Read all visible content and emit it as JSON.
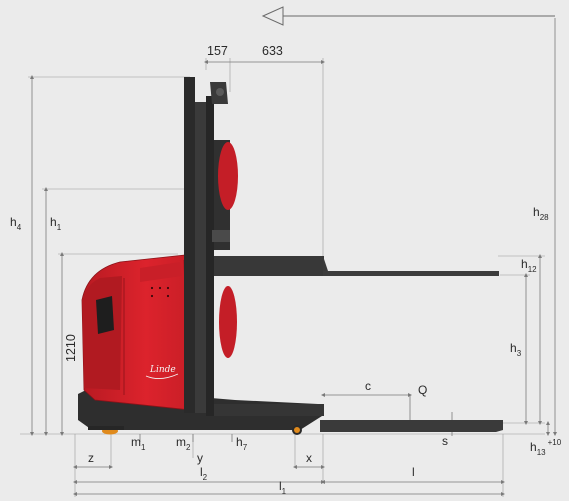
{
  "labels": {
    "top_offset": "157",
    "top_reach": "633",
    "h4_main": "h",
    "h4_sub": "4",
    "h1_main": "h",
    "h1_sub": "1",
    "h28_main": "h",
    "h28_sub": "28",
    "h12_main": "h",
    "h12_sub": "12",
    "h3_main": "h",
    "h3_sub": "3",
    "h13_main": "h",
    "h13_sub": "13",
    "h13_suffix": "+10",
    "h7_main": "h",
    "h7_sub": "7",
    "height_1210": "1210",
    "c": "c",
    "Q": "Q",
    "s": "s",
    "z": "z",
    "m1_main": "m",
    "m1_sub": "1",
    "m2_main": "m",
    "m2_sub": "2",
    "y": "y",
    "x": "x",
    "l": "l",
    "l2_main": "l",
    "l2_sub": "2",
    "l1_main": "l",
    "l1_sub": "1",
    "brand": "Linde"
  },
  "colors": {
    "background": "#ebebeb",
    "body_red": "#d4202a",
    "body_red_dark": "#a81820",
    "mast_dark": "#2c2c2c",
    "fork_gray": "#3a3a3a",
    "wheel_orange": "#e08a1c",
    "dimension_line": "#7a7a7a"
  }
}
